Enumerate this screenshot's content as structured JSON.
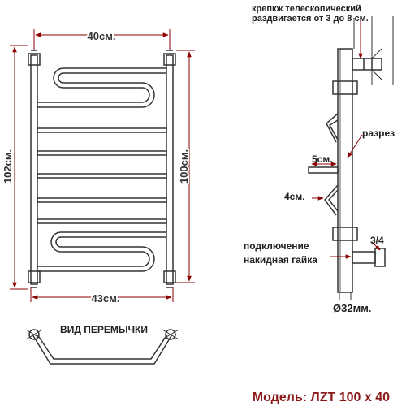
{
  "colors": {
    "dimension": "#8b0000",
    "outline": "#333333",
    "text": "#333333",
    "model": "#8b1a1a",
    "background": "#ffffff"
  },
  "front_view": {
    "width_top": "40см.",
    "width_bottom": "43см.",
    "height_outer": "102см.",
    "height_inner": "100см."
  },
  "side_view": {
    "mount_note_line1": "крепкж телескопический",
    "mount_note_line2": "раздвигается от 3 до 8 см.",
    "gap_label": "разрез",
    "depth_label": "5см.",
    "offset_label": "4см.",
    "thread_label": "3/4",
    "connection_line1": "подключение",
    "connection_line2": "накидная гайка",
    "pipe_diameter": "Ø32мм."
  },
  "top_view": {
    "title": "ВИД ПЕРЕМЫЧКИ"
  },
  "model": {
    "label": "Модель: ЛZТ 100 х 40"
  }
}
